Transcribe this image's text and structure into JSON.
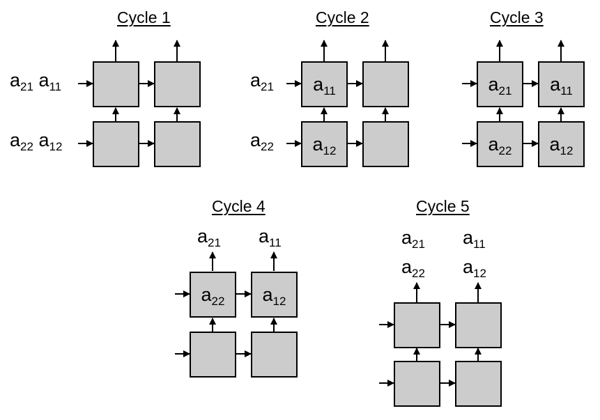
{
  "figure": {
    "description": "Systolic array dataflow across five cycles",
    "cell_fill_color": "#cccccc",
    "stroke_color": "#000000",
    "background_color": "#ffffff"
  },
  "panels": [
    {
      "id": "cycle1",
      "title": "Cycle 1",
      "inputs_row0": "a21 a11",
      "inputs_row1": "a22 a12",
      "cells": [
        {
          "row": 0,
          "col": 0,
          "label": ""
        },
        {
          "row": 0,
          "col": 1,
          "label": ""
        },
        {
          "row": 1,
          "col": 0,
          "label": ""
        },
        {
          "row": 1,
          "col": 1,
          "label": ""
        }
      ],
      "outputs": []
    },
    {
      "id": "cycle2",
      "title": "Cycle 2",
      "inputs_row0": "a21",
      "inputs_row1": "a22",
      "cells": [
        {
          "row": 0,
          "col": 0,
          "label": "a11"
        },
        {
          "row": 0,
          "col": 1,
          "label": ""
        },
        {
          "row": 1,
          "col": 0,
          "label": "a12"
        },
        {
          "row": 1,
          "col": 1,
          "label": ""
        }
      ],
      "outputs": []
    },
    {
      "id": "cycle3",
      "title": "Cycle 3",
      "inputs_row0": "",
      "inputs_row1": "",
      "cells": [
        {
          "row": 0,
          "col": 0,
          "label": "a21"
        },
        {
          "row": 0,
          "col": 1,
          "label": "a11"
        },
        {
          "row": 1,
          "col": 0,
          "label": "a22"
        },
        {
          "row": 1,
          "col": 1,
          "label": "a12"
        }
      ],
      "outputs": []
    },
    {
      "id": "cycle4",
      "title": "Cycle 4",
      "inputs_row0": "",
      "inputs_row1": "",
      "cells": [
        {
          "row": 0,
          "col": 0,
          "label": "a22"
        },
        {
          "row": 0,
          "col": 1,
          "label": "a12"
        },
        {
          "row": 1,
          "col": 0,
          "label": ""
        },
        {
          "row": 1,
          "col": 1,
          "label": ""
        }
      ],
      "outputs": [
        {
          "col": 0,
          "line": 0,
          "label": "a21"
        },
        {
          "col": 1,
          "line": 0,
          "label": "a11"
        }
      ]
    },
    {
      "id": "cycle5",
      "title": "Cycle 5",
      "inputs_row0": "",
      "inputs_row1": "",
      "cells": [
        {
          "row": 0,
          "col": 0,
          "label": ""
        },
        {
          "row": 0,
          "col": 1,
          "label": ""
        },
        {
          "row": 1,
          "col": 0,
          "label": ""
        },
        {
          "row": 1,
          "col": 1,
          "label": ""
        }
      ],
      "outputs": [
        {
          "col": 0,
          "line": 0,
          "label": "a21"
        },
        {
          "col": 1,
          "line": 0,
          "label": "a11"
        },
        {
          "col": 0,
          "line": 1,
          "label": "a22"
        },
        {
          "col": 1,
          "line": 1,
          "label": "a12"
        }
      ]
    }
  ],
  "labels": {
    "a11": {
      "base": "a",
      "sub": "11"
    },
    "a12": {
      "base": "a",
      "sub": "12"
    },
    "a21": {
      "base": "a",
      "sub": "21"
    },
    "a22": {
      "base": "a",
      "sub": "22"
    }
  }
}
